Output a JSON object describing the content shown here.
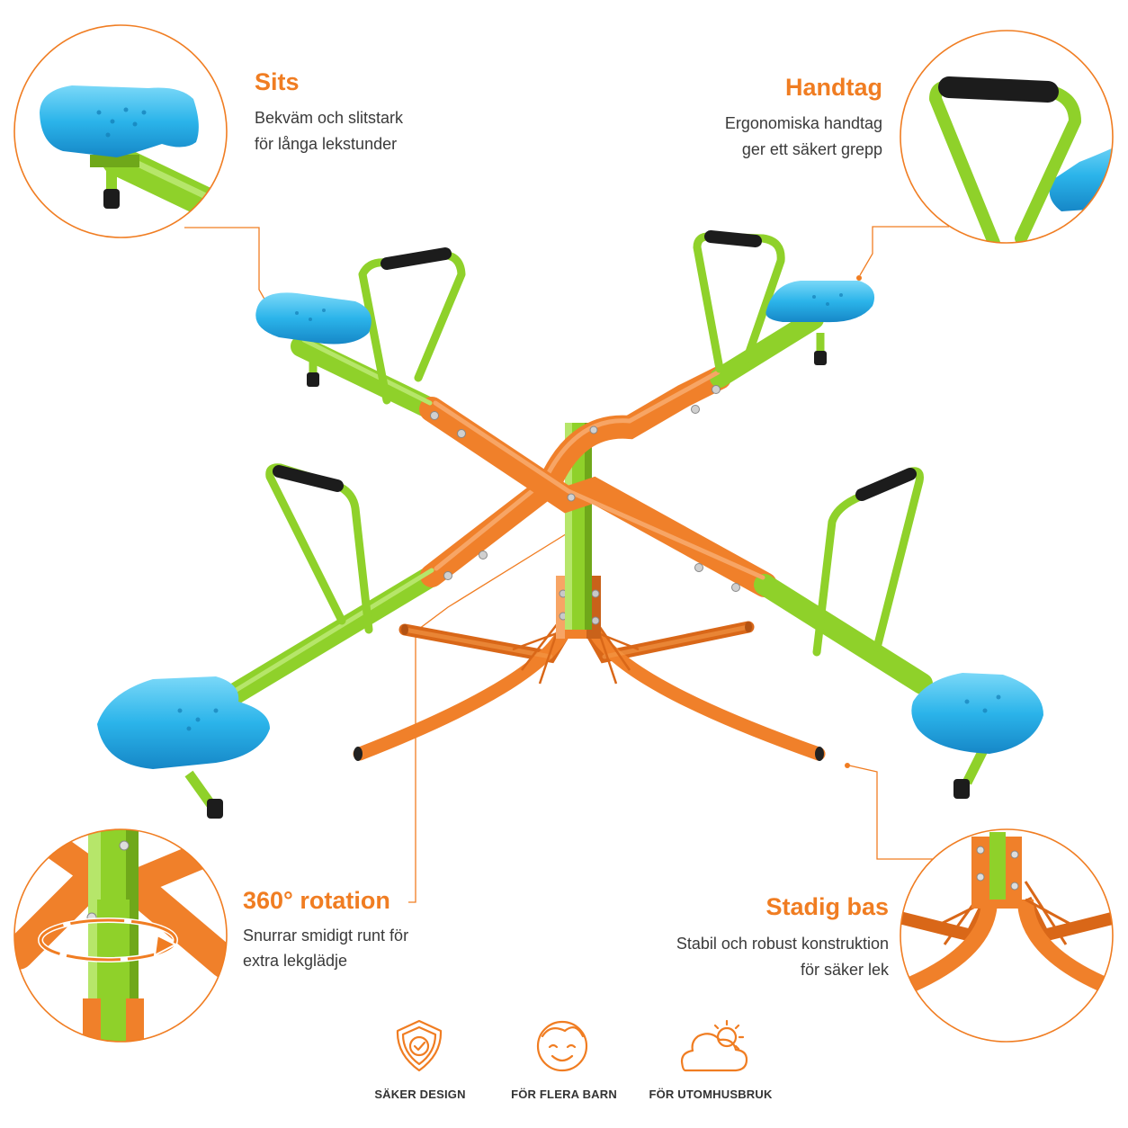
{
  "features": {
    "seat": {
      "title": "Sits",
      "line1": "Bekväm och slitstark",
      "line2": "för långa lekstunder",
      "icon": "seat-closeup"
    },
    "handle": {
      "title": "Handtag",
      "line1": "Ergonomiska handtag",
      "line2": "ger ett säkert grepp",
      "icon": "handle-closeup"
    },
    "rotation": {
      "title": "360° rotation",
      "line1": "Snurrar smidigt runt för",
      "line2": "extra lekglädje",
      "icon": "rotation-closeup"
    },
    "base": {
      "title": "Stadig bas",
      "line1": "Stabil och robust konstruktion",
      "line2": "för säker lek",
      "icon": "base-closeup"
    }
  },
  "badges": [
    {
      "label": "SÄKER DESIGN",
      "icon": "shield-check-icon"
    },
    {
      "label": "FÖR FLERA BARN",
      "icon": "child-face-icon"
    },
    {
      "label": "FÖR UTOMHUSBRUK",
      "icon": "sun-cloud-icon"
    }
  ],
  "colors": {
    "accent": "#f07d22",
    "frame_orange": "#f0802a",
    "frame_green": "#8fd12a",
    "seat_blue": "#2bb4ea",
    "grip_black": "#1c1c1c",
    "text": "#3a3a3a"
  }
}
